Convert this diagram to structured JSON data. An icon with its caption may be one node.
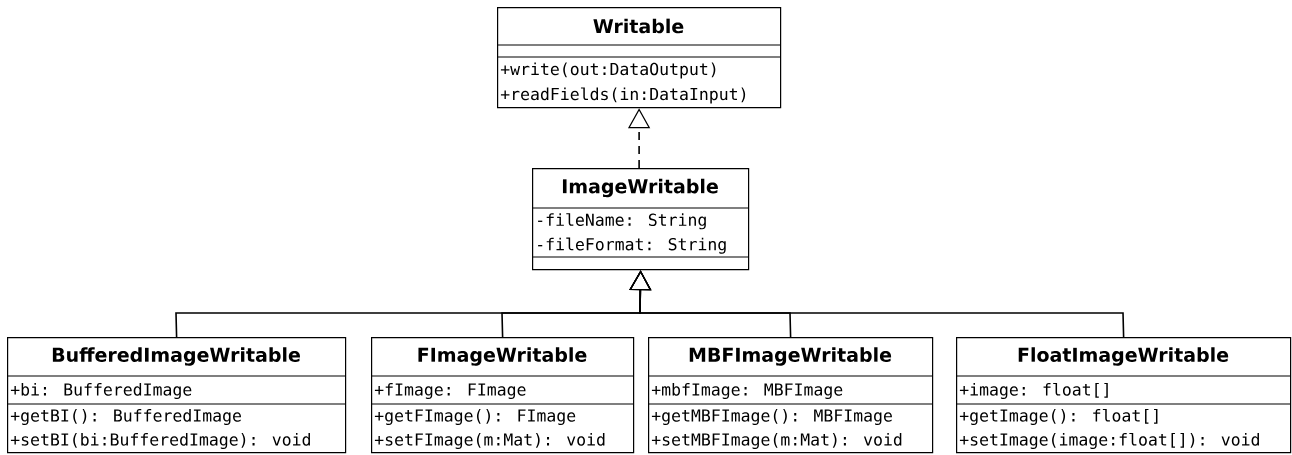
{
  "diagram": {
    "nodes": [
      {
        "text": [
          "Writable",
          "+write(out:DataOutput)",
          "+readFields(in:DataInput)"
        ]
      },
      {
        "text": [
          "ImageWritable",
          "-fileName: String",
          "-fileFormat: String"
        ]
      },
      {
        "text": [
          "BufferedImageWritable",
          "+bi: BufferedImage",
          "+getBI(): BufferedImage",
          "+setBI(bi:BufferedImage): void"
        ]
      },
      {
        "text": [
          "FImageWritable",
          "+fImage: FImage",
          "+getFImage(): FImage",
          "+setFImage(m:Mat): void"
        ]
      },
      {
        "text": [
          "MBFImageWritable",
          "+mbfImage: MBFImage",
          "+getMBFImage(): MBFImage",
          "+setMBFImage(m:Mat): void"
        ]
      },
      {
        "text": [
          "FloatImageWritable",
          "+image: float[]",
          "+getImage(): float[]",
          "+setImage(image:float[]): void"
        ]
      }
    ],
    "edges": [
      {
        "from": 1,
        "to": 0,
        "arrow": "to",
        "style": "dashed"
      },
      {
        "from": 2,
        "to": 1,
        "arrow": "to"
      },
      {
        "from": 3,
        "to": 1,
        "arrow": "to"
      },
      {
        "from": 4,
        "to": 1,
        "arrow": "to"
      },
      {
        "from": 5,
        "to": 1,
        "arrow": "to"
      }
    ]
  }
}
